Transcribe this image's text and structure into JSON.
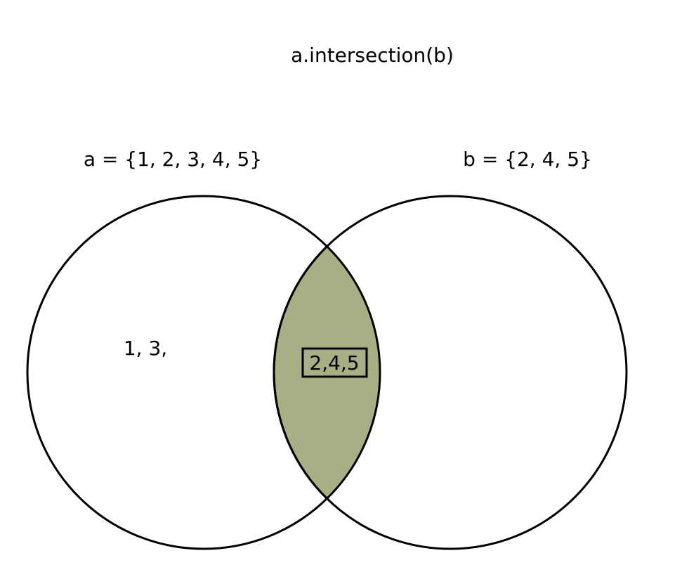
{
  "title": "a.intersection(b)",
  "sets": {
    "a": {
      "label": "a = {1, 2, 3, 4, 5}",
      "only_elements": "1, 3,"
    },
    "b": {
      "label": "b = {2, 4, 5}",
      "only_elements": ""
    }
  },
  "intersection": {
    "elements": "2,4,5",
    "fill_color": "#a6b084"
  },
  "colors": {
    "outline": "#000000",
    "background": "#ffffff"
  }
}
